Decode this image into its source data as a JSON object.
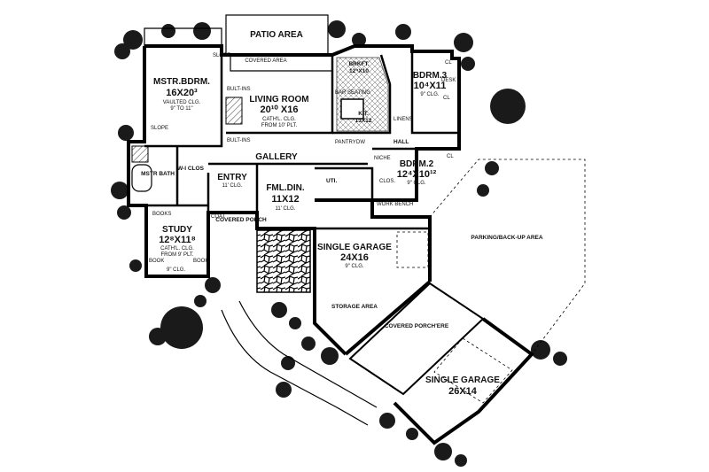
{
  "rooms": [
    {
      "id": "patio",
      "name": "PATIO AREA",
      "dims": "",
      "note": ""
    },
    {
      "id": "covered-area",
      "name": "COVERED AREA",
      "dims": "",
      "note": ""
    },
    {
      "id": "master",
      "name": "MSTR.BDRM.",
      "dims": "16X20³",
      "note": "VAULTED CLG.",
      "note2": "9\" TO 11\""
    },
    {
      "id": "living",
      "name": "LIVING ROOM",
      "dims": "20¹⁰ X16",
      "note": "CATH'L. CLG.",
      "note2": "FROM 10' PLT."
    },
    {
      "id": "brkft",
      "name": "BRKFT.",
      "dims": "12⁴X10",
      "note": "",
      "note2": ""
    },
    {
      "id": "kit",
      "name": "KIT.",
      "dims": "13X12",
      "note": "",
      "note2": ""
    },
    {
      "id": "bdrm3",
      "name": "BDRM.3",
      "dims": "10⁴X11",
      "note": "9\" CLG.",
      "note2": ""
    },
    {
      "id": "bdrm2",
      "name": "BDRM.2",
      "dims": "12⁴X10¹²",
      "note": "9\" CLG.",
      "note2": ""
    },
    {
      "id": "gallery",
      "name": "GALLERY",
      "dims": "",
      "note": ""
    },
    {
      "id": "entry",
      "name": "ENTRY",
      "dims": "",
      "note": "11' CLG."
    },
    {
      "id": "fmldin",
      "name": "FML.DIN.",
      "dims": "11X12",
      "note": "11' CLG."
    },
    {
      "id": "mstrbath",
      "name": "MSTR BATH",
      "dims": "",
      "note": ""
    },
    {
      "id": "wi",
      "name": "W-I CLOS",
      "dims": "",
      "note": ""
    },
    {
      "id": "study",
      "name": "STUDY",
      "dims": "12⁸X11⁸",
      "note": "CATH'L. CLG.",
      "note2": "FROM 9' PLT."
    },
    {
      "id": "covporch",
      "name": "COVERED PORCH",
      "dims": "",
      "note": ""
    },
    {
      "id": "garage1",
      "name": "SINGLE GARAGE",
      "dims": "24X16",
      "note": "9\" CLG."
    },
    {
      "id": "storage",
      "name": "STORAGE AREA",
      "dims": "",
      "note": ""
    },
    {
      "id": "porchere",
      "name": "COVERED PORCH'ERE",
      "dims": "",
      "note": ""
    },
    {
      "id": "garage2",
      "name": "SINGLE GARAGE",
      "dims": "26X14",
      "note": ""
    },
    {
      "id": "parking",
      "name": "PARKING/BACK-UP AREA",
      "dims": "",
      "note": ""
    }
  ],
  "labels": {
    "slope_top": "SLOPE",
    "slope_left": "SLOPE",
    "builtins_1": "BULT-INS",
    "builtins_2": "BULT-INS",
    "bar": "BAR SEATING",
    "pantry": "PANTRY",
    "dw": "DW",
    "linens": "LINENS",
    "hall": "HALL",
    "niche": "NICHE",
    "clos": "CLOS.",
    "uti": "UTI.",
    "workbench": "WORK BENCH",
    "coat": "COAT",
    "books1": "BOOKS",
    "books2": "BOOK",
    "books3": "BOOK",
    "clg_study": "9\" CLG.",
    "desk": "DESK",
    "cl1": "CL",
    "cl2": "CL",
    "cl3": "CL"
  }
}
